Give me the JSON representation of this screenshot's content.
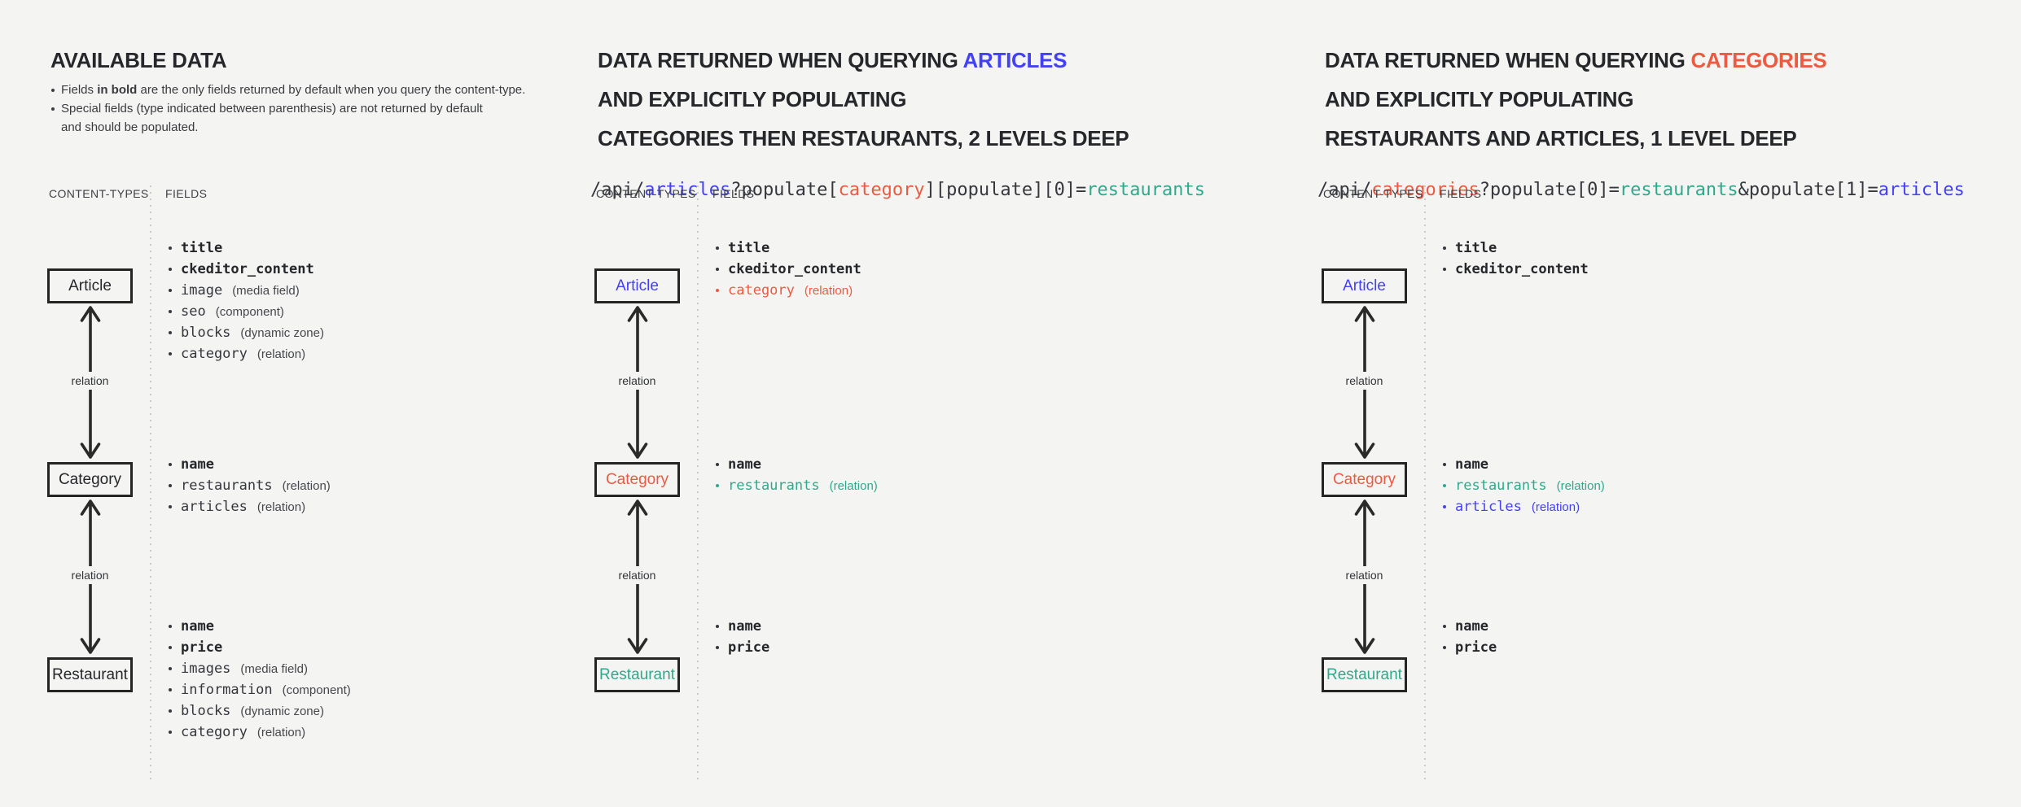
{
  "colors": {
    "background": "#f4f4f3",
    "dark": "#26272b",
    "code_dark": "#35373d",
    "blue": "#4440f4",
    "red": "#ec5a41",
    "teal": "#2ea98b",
    "muted": "#45474c",
    "note_text": "#3a3b3f",
    "header_text": "#3e4045",
    "box_border": "#242424",
    "arrow": "#2a2a2a",
    "relation_text": "#333438",
    "divider_dot": "#c9c9c8"
  },
  "labels": {
    "content_types": "CONTENT-TYPES",
    "fields": "FIELDS",
    "relation": "relation"
  },
  "panels": [
    {
      "name": "available-data",
      "title_lines": [
        [
          {
            "t": "AVAILABLE DATA",
            "c": "dark"
          }
        ]
      ],
      "notes": [
        [
          {
            "t": "Fields "
          },
          {
            "t": "in bold",
            "b": true
          },
          {
            "t": " are the only fields returned by default when you query the content-type."
          }
        ],
        [
          {
            "t": "Special fields (type indicated between parenthesis) are not returned by default"
          },
          {
            "br": true
          },
          {
            "t": "and should be populated."
          }
        ]
      ],
      "code": null,
      "nodes": [
        {
          "label": "Article",
          "c": "dark",
          "fields": [
            {
              "name": "title",
              "bold": true,
              "c": "dark"
            },
            {
              "name": "ckeditor_content",
              "bold": true,
              "c": "dark"
            },
            {
              "name": "image",
              "type": "media field",
              "c": "dark"
            },
            {
              "name": "seo",
              "type": "component",
              "c": "dark"
            },
            {
              "name": "blocks",
              "type": "dynamic zone",
              "c": "dark"
            },
            {
              "name": "category",
              "type": "relation",
              "c": "dark"
            }
          ]
        },
        {
          "label": "Category",
          "c": "dark",
          "fields": [
            {
              "name": "name",
              "bold": true,
              "c": "dark"
            },
            {
              "name": "restaurants",
              "type": "relation",
              "c": "dark"
            },
            {
              "name": "articles",
              "type": "relation",
              "c": "dark"
            }
          ]
        },
        {
          "label": "Restaurant",
          "c": "dark",
          "fields": [
            {
              "name": "name",
              "bold": true,
              "c": "dark"
            },
            {
              "name": "price",
              "bold": true,
              "c": "dark"
            },
            {
              "name": "images",
              "type": "media field",
              "c": "dark"
            },
            {
              "name": "information",
              "type": "component",
              "c": "dark"
            },
            {
              "name": "blocks",
              "type": "dynamic zone",
              "c": "dark"
            },
            {
              "name": "category",
              "type": "relation",
              "c": "dark"
            }
          ]
        }
      ]
    },
    {
      "name": "query-articles",
      "title_lines": [
        [
          {
            "t": "DATA RETURNED WHEN QUERYING ",
            "c": "dark"
          },
          {
            "t": "ARTICLES",
            "c": "blue"
          }
        ],
        [
          {
            "t": "AND EXPLICITLY POPULATING",
            "c": "dark"
          }
        ],
        [
          {
            "t": "CATEGORIES THEN RESTAURANTS, 2 LEVELS DEEP",
            "c": "dark"
          }
        ]
      ],
      "notes": null,
      "code": [
        {
          "t": "/api/",
          "c": "code_dark"
        },
        {
          "t": "articles",
          "c": "blue"
        },
        {
          "t": "?populate[",
          "c": "code_dark"
        },
        {
          "t": "category",
          "c": "red"
        },
        {
          "t": "][populate][0]=",
          "c": "code_dark"
        },
        {
          "t": "restaurants",
          "c": "teal"
        }
      ],
      "nodes": [
        {
          "label": "Article",
          "c": "blue",
          "fields": [
            {
              "name": "title",
              "bold": true,
              "c": "dark"
            },
            {
              "name": "ckeditor_content",
              "bold": true,
              "c": "dark"
            },
            {
              "name": "category",
              "type": "relation",
              "c": "red"
            }
          ]
        },
        {
          "label": "Category",
          "c": "red",
          "fields": [
            {
              "name": "name",
              "bold": true,
              "c": "dark"
            },
            {
              "name": "restaurants",
              "type": "relation",
              "c": "teal"
            }
          ]
        },
        {
          "label": "Restaurant",
          "c": "teal",
          "fields": [
            {
              "name": "name",
              "bold": true,
              "c": "dark"
            },
            {
              "name": "price",
              "bold": true,
              "c": "dark"
            }
          ]
        }
      ]
    },
    {
      "name": "query-categories",
      "title_lines": [
        [
          {
            "t": "DATA RETURNED WHEN QUERYING ",
            "c": "dark"
          },
          {
            "t": "CATEGORIES",
            "c": "red"
          }
        ],
        [
          {
            "t": "AND EXPLICITLY POPULATING",
            "c": "dark"
          }
        ],
        [
          {
            "t": "RESTAURANTS AND ARTICLES, 1 LEVEL DEEP",
            "c": "dark"
          }
        ]
      ],
      "notes": null,
      "code": [
        {
          "t": "/api/",
          "c": "code_dark"
        },
        {
          "t": "categories",
          "c": "red"
        },
        {
          "t": "?populate[0]=",
          "c": "code_dark"
        },
        {
          "t": "restaurants",
          "c": "teal"
        },
        {
          "t": "&populate[1]=",
          "c": "code_dark"
        },
        {
          "t": "articles",
          "c": "blue"
        }
      ],
      "nodes": [
        {
          "label": "Article",
          "c": "blue",
          "fields": [
            {
              "name": "title",
              "bold": true,
              "c": "dark"
            },
            {
              "name": "ckeditor_content",
              "bold": true,
              "c": "dark"
            }
          ]
        },
        {
          "label": "Category",
          "c": "red",
          "fields": [
            {
              "name": "name",
              "bold": true,
              "c": "dark"
            },
            {
              "name": "restaurants",
              "type": "relation",
              "c": "teal"
            },
            {
              "name": "articles",
              "type": "relation",
              "c": "blue"
            }
          ]
        },
        {
          "label": "Restaurant",
          "c": "teal",
          "fields": [
            {
              "name": "name",
              "bold": true,
              "c": "dark"
            },
            {
              "name": "price",
              "bold": true,
              "c": "dark"
            }
          ]
        }
      ]
    }
  ]
}
